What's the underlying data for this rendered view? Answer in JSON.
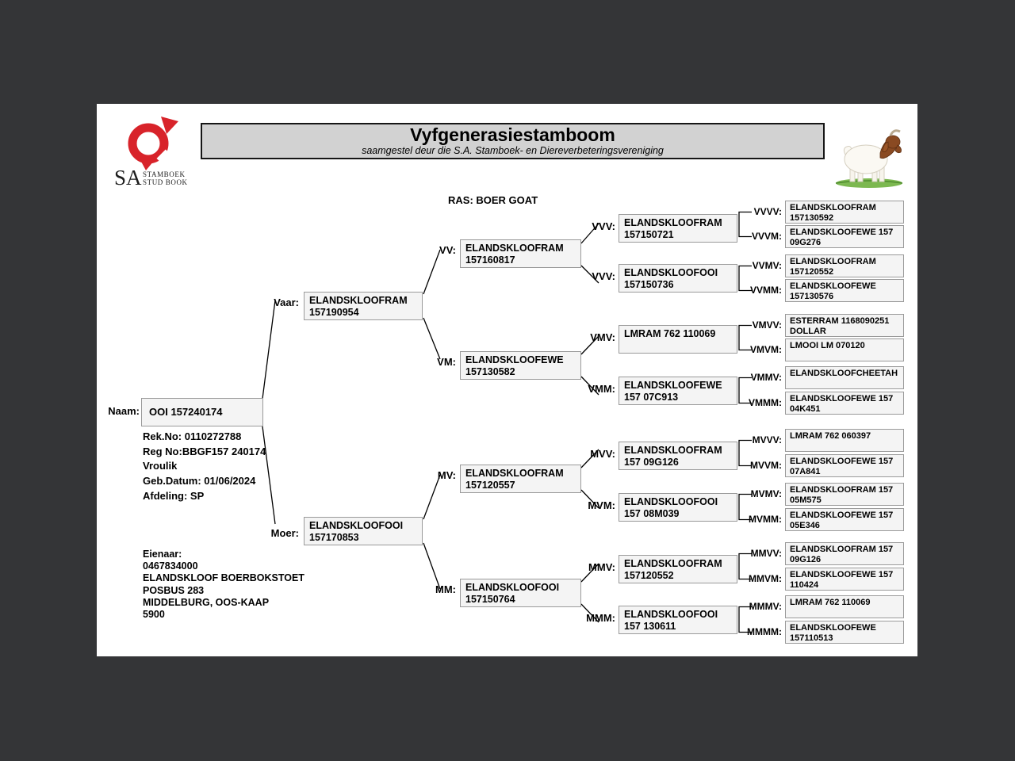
{
  "header": {
    "title": "Vyfgenerasiestamboom",
    "subtitle": "saamgestel deur die S.A. Stamboek- en Diereverbeteringsvereniging",
    "breed_label": "RAS: BOER GOAT",
    "logo": {
      "sa": "SA",
      "line1": "STAMBOEK",
      "line2": "STUD BOOK"
    }
  },
  "subject": {
    "label": "Naam:",
    "name": "OOI 157240174",
    "details": [
      "Rek.No: 0110272788",
      "Reg No:BBGF157 240174",
      "Vroulik",
      "Geb.Datum: 01/06/2024",
      "Afdeling: SP"
    ],
    "owner": [
      "Eienaar:",
      "0467834000",
      "ELANDSKLOOF BOERBOKSTOET",
      "POSBUS 283",
      "MIDDELBURG, OOS-KAAP",
      "5900"
    ]
  },
  "pedigree": {
    "gen2": [
      {
        "label": "Vaar:",
        "line1": "ELANDSKLOOFRAM",
        "line2": "157190954"
      },
      {
        "label": "Moer:",
        "line1": "ELANDSKLOOFOOI",
        "line2": "157170853"
      }
    ],
    "gen3": [
      {
        "label": "VV:",
        "line1": "ELANDSKLOOFRAM",
        "line2": "157160817"
      },
      {
        "label": "VM:",
        "line1": "ELANDSKLOOFEWE",
        "line2": "157130582"
      },
      {
        "label": "MV:",
        "line1": "ELANDSKLOOFRAM",
        "line2": "157120557"
      },
      {
        "label": "MM:",
        "line1": "ELANDSKLOOFOOI",
        "line2": "157150764"
      }
    ],
    "gen4": [
      {
        "label": "VVV:",
        "line1": "ELANDSKLOOFRAM",
        "line2": "157150721"
      },
      {
        "label": "VVV:",
        "line1": "ELANDSKLOOFOOI",
        "line2": "157150736"
      },
      {
        "label": "VMV:",
        "line1": "LMRAM 762 110069",
        "line2": ""
      },
      {
        "label": "VMM:",
        "line1": "ELANDSKLOOFEWE",
        "line2": "157 07C913"
      },
      {
        "label": "MVV:",
        "line1": "ELANDSKLOOFRAM",
        "line2": "157 09G126"
      },
      {
        "label": "MVM:",
        "line1": "ELANDSKLOOFOOI",
        "line2": "157 08M039"
      },
      {
        "label": "MMV:",
        "line1": "ELANDSKLOOFRAM",
        "line2": "157120552"
      },
      {
        "label": "MMM:",
        "line1": "ELANDSKLOOFOOI",
        "line2": "157 130611"
      }
    ],
    "gen5": [
      {
        "label": "VVVV:",
        "line1": "ELANDSKLOOFRAM",
        "line2": "157130592"
      },
      {
        "label": "VVVM:",
        "line1": "ELANDSKLOOFEWE 157",
        "line2": "09G276"
      },
      {
        "label": "VVMV:",
        "line1": "ELANDSKLOOFRAM",
        "line2": "157120552"
      },
      {
        "label": "VVMM:",
        "line1": "ELANDSKLOOFEWE",
        "line2": "157130576"
      },
      {
        "label": "VMVV:",
        "line1": "ESTERRAM 1168090251",
        "line2": "DOLLAR"
      },
      {
        "label": "VMVM:",
        "line1": "LMOOI LM 070120",
        "line2": ""
      },
      {
        "label": "VMMV:",
        "line1": "ELANDSKLOOFCHEETAH",
        "line2": ""
      },
      {
        "label": "VMMM:",
        "line1": "ELANDSKLOOFEWE 157",
        "line2": "04K451"
      },
      {
        "label": "MVVV:",
        "line1": "LMRAM 762 060397",
        "line2": ""
      },
      {
        "label": "MVVM:",
        "line1": "ELANDSKLOOFEWE 157",
        "line2": "07A841"
      },
      {
        "label": "MVMV:",
        "line1": "ELANDSKLOOFRAM 157",
        "line2": "05M575"
      },
      {
        "label": "MVMM:",
        "line1": "ELANDSKLOOFEWE 157",
        "line2": "05E346"
      },
      {
        "label": "MMVV:",
        "line1": "ELANDSKLOOFRAM 157",
        "line2": "09G126"
      },
      {
        "label": "MMVM:",
        "line1": "ELANDSKLOOFEWE 157",
        "line2": "110424"
      },
      {
        "label": "MMMV:",
        "line1": "LMRAM 762 110069",
        "line2": ""
      },
      {
        "label": "MMMM:",
        "line1": "ELANDSKLOOFEWE",
        "line2": "157110513"
      }
    ]
  },
  "colors": {
    "accent_red": "#d8232a",
    "canvas_bg": "#343537",
    "titlebar_bg": "#d2d2d2",
    "goat_brown": "#8a4a22",
    "grass_green": "#7cb850"
  }
}
